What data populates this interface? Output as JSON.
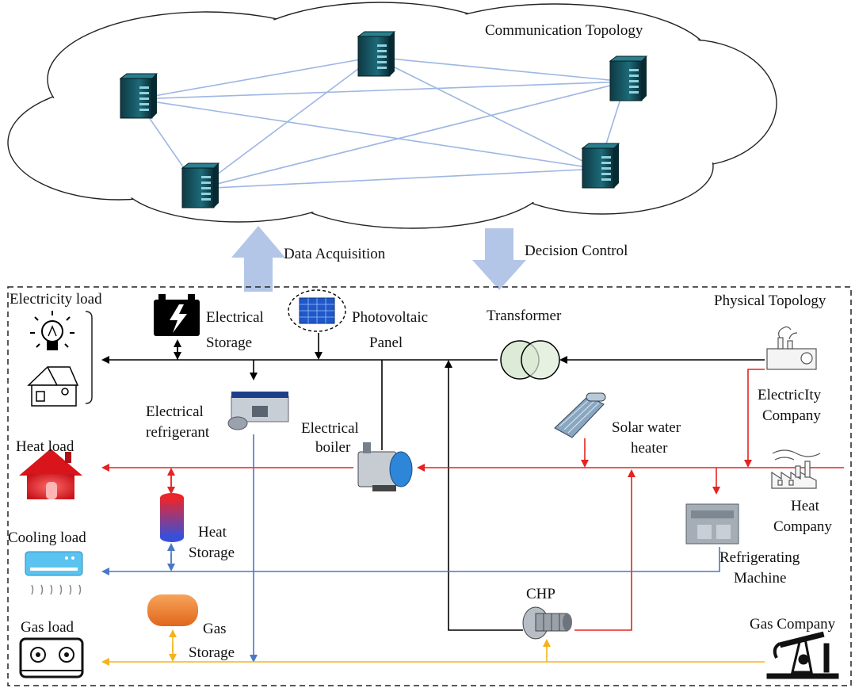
{
  "communication": {
    "title": "Communication Topology"
  },
  "arrows": {
    "up_label": "Data Acquisition",
    "down_label": "Decision Control"
  },
  "physical": {
    "title": "Physical Topology",
    "loads": {
      "electricity": "Electricity load",
      "heat": "Heat load",
      "cooling": "Cooling load",
      "gas": "Gas load"
    },
    "devices": {
      "electrical_storage": [
        "Electrical",
        "Storage"
      ],
      "photovoltaic": [
        "Photovoltaic",
        "Panel"
      ],
      "transformer": "Transformer",
      "electrical_refrigerant": [
        "Electrical",
        "refrigerant"
      ],
      "electrical_boiler": [
        "Electrical",
        "boiler"
      ],
      "solar_water_heater": [
        "Solar water",
        "heater"
      ],
      "heat_storage": [
        "Heat",
        "Storage"
      ],
      "refrigerating_machine": [
        "Refrigerating",
        "Machine"
      ],
      "chp": "CHP",
      "gas_storage": [
        "Gas",
        "Storage"
      ]
    },
    "companies": {
      "electricity": [
        "ElectricIty",
        "Company"
      ],
      "heat": [
        "Heat",
        "Company"
      ],
      "gas": "Gas Company"
    }
  },
  "colors": {
    "electric_line": "#000000",
    "heat_line": "#e52320",
    "cooling_line": "#4a78c2",
    "gas_line": "#f5b21a",
    "comm_link": "#9db6e3",
    "flow_arrow": "#b3c6e7"
  }
}
